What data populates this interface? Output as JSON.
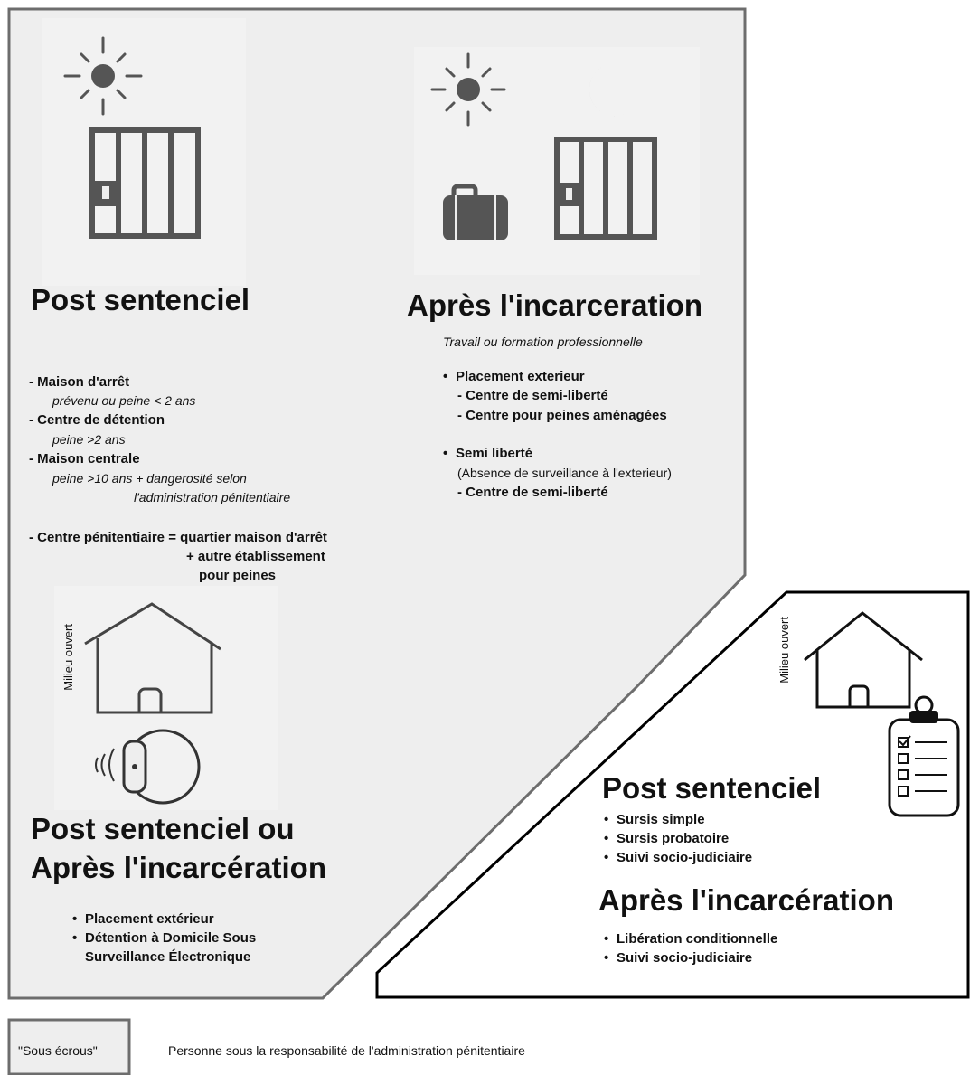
{
  "sous_ecrou_zone": {
    "post_sentenciel": {
      "title": "Post sentenciel",
      "items": [
        {
          "name": "- Maison d'arrêt",
          "detail": "prévenu ou peine < 2 ans"
        },
        {
          "name": "- Centre de détention",
          "detail": "peine >2 ans"
        },
        {
          "name": "- Maison centrale",
          "detail": "peine >10 ans + dangerosité selon",
          "detail2": "l'administration pénitentiaire"
        }
      ],
      "centre_penitentiaire": [
        "- Centre pénitentiaire = quartier maison d'arrêt",
        "+ autre établissement",
        "pour peines"
      ]
    },
    "apres_incarceration": {
      "title": "Après l'incarceration",
      "subtitle": "Travail ou formation professionnelle",
      "placement_exterieur": "Placement exterieur",
      "placement_subitems": [
        "- Centre de semi-liberté",
        "- Centre pour peines aménagées"
      ],
      "semi_liberte": "Semi liberté",
      "semi_liberte_note": "(Absence de surveillance à l'exterieur)",
      "semi_liberte_subitem": "- Centre de semi-liberté"
    },
    "mixed": {
      "milieu_label": "Milieu ouvert",
      "title_line1": "Post sentenciel ou",
      "title_line2": "Après l'incarcération",
      "items": [
        "Placement extérieur",
        "Détention à Domicile Sous",
        "Surveillance Électronique"
      ]
    }
  },
  "milieu_ouvert_zone": {
    "milieu_label": "Milieu ouvert",
    "post_sentenciel": {
      "title": "Post sentenciel",
      "items": [
        "Sursis simple",
        "Sursis probatoire",
        "Suivi socio-judiciaire"
      ]
    },
    "apres_incarceration": {
      "title": "Après l'incarcération",
      "items": [
        "Libération conditionnelle",
        "Suivi socio-judiciaire"
      ]
    }
  },
  "legend": {
    "box_label": "\"Sous écrous\"",
    "description": "Personne sous la responsabilité de l'administration pénitentiaire"
  },
  "colors": {
    "zone_fill": "#eeeeee",
    "zone_stroke": "#6d6d6d",
    "icon_gray": "#555555"
  },
  "icons": [
    "sun-icon",
    "moon-icon",
    "prison-door-icon",
    "briefcase-icon",
    "house-icon",
    "ankle-bracelet-icon",
    "clipboard-checklist-icon"
  ]
}
